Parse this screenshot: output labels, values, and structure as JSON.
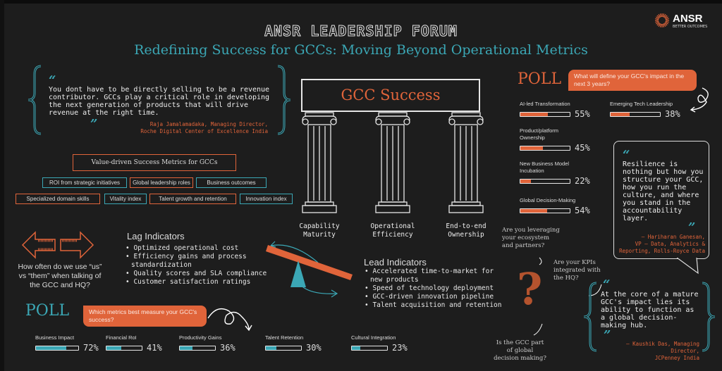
{
  "header": {
    "title": "ANSR LEADERSHIP FORUM",
    "subtitle": "Redefining Success for GCCs: Moving Beyond Operational Metrics",
    "logo": {
      "name": "ANSR",
      "tagline": "BETTER OUTCOMES",
      "icon": "sunburst-icon"
    }
  },
  "colors": {
    "background": "#1d1d1d",
    "accent_orange": "#e0643a",
    "accent_teal": "#3ba7b5"
  },
  "quote1": {
    "text": "You dont have to be directly selling to be a revenue contributor. GCCs play a critical role in developing the next generation of products that will drive revenue at the right time.",
    "author_line1": "Raja Jamalamadaka, Managing Director,",
    "author_line2": "Roche Digital Center of Excellence India"
  },
  "metrics": {
    "title": "Value-driven Success Metrics for GCCs",
    "row1": [
      "ROI from strategic initiatives",
      "Global leadership roles",
      "Business outcomes"
    ],
    "row2": [
      "Specialized domain skills",
      "Vitality index",
      "Talent growth and retention",
      "Innovation index"
    ]
  },
  "pillars": {
    "beam": "GCC Success",
    "labels": [
      [
        "Capability",
        "Maturity"
      ],
      [
        "Operational",
        "Efficiency"
      ],
      [
        "End-to-end",
        "Ownership"
      ]
    ]
  },
  "us_them": {
    "text_line1": "How often do we use “us”",
    "text_line2": "vs “them” when talking of",
    "text_line3": "the GCC and HQ?"
  },
  "lag": {
    "title": "Lag Indicators",
    "items": [
      "Optimized operational cost",
      "Efficiency gains and process standardization",
      "Quality scores and SLA compliance",
      "Customer satisfaction ratings"
    ]
  },
  "lead": {
    "title": "Lead Indicators",
    "items": [
      "Accelerated time-to-market for new products",
      "Speed of technology deployment",
      "GCC-driven innovation pipeline",
      "Talent acquisition and retention"
    ]
  },
  "poll1": {
    "label": "POLL",
    "question": "Which metrics best measure your GCC's success?",
    "items": [
      {
        "label": "Business Impact",
        "value": 72,
        "pct": "72%"
      },
      {
        "label": "Financial RoI",
        "value": 41,
        "pct": "41%"
      },
      {
        "label": "Productivity Gains",
        "value": 36,
        "pct": "36%"
      },
      {
        "label": "Talent Retention",
        "value": 30,
        "pct": "30%"
      },
      {
        "label": "Cultural Integration",
        "value": 23,
        "pct": "23%"
      }
    ]
  },
  "poll2": {
    "label": "POLL",
    "question": "What will define your GCC's impact in the next 3 years?",
    "items": [
      {
        "label": "AI-led Transformation",
        "value": 55,
        "pct": "55%"
      },
      {
        "label": "Emerging Tech Leadership",
        "value": 38,
        "pct": "38%"
      },
      {
        "label": "Product/platform Ownership",
        "value": 45,
        "pct": "45%"
      },
      {
        "label": "New Business Model Incubation",
        "value": 22,
        "pct": "22%"
      },
      {
        "label": "Global Decision-Making",
        "value": 54,
        "pct": "54%"
      }
    ]
  },
  "quote2": {
    "text": "Resilience is nothing but how you structure your GCC, how you run the culture, and where you stand in the accountability layer.",
    "author_line1": "– Hariharan Ganesan,",
    "author_line2": "VP – Data, Analytics &",
    "author_line3": "Reporting, Rolls-Royce Data"
  },
  "questions": {
    "q1": "Are you leveraging your ecosystem and partners?",
    "q2": "Are your KPIs integrated with the HQ?",
    "q3": "Is the GCC part of global decision making?"
  },
  "quote3": {
    "text": "At the core of a mature GCC's impact lies its ability to function as a global decision-making hub.",
    "author_line1": "– Kaushik Das, Managing Director,",
    "author_line2": "JCPenney India"
  }
}
